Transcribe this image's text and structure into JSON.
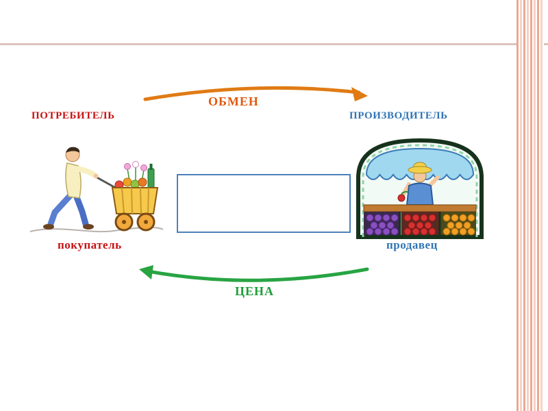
{
  "slide": {
    "background": "#ffffff",
    "decor": {
      "right_border_style": "vertical salmon stripes",
      "right_border_color": "#eda893",
      "top_rule_color": "#dcc2ba"
    }
  },
  "diagram": {
    "top_arrow": {
      "label": "ОБМЕН",
      "direction": "left-to-right",
      "color": "#e07b14"
    },
    "bottom_arrow": {
      "label": "ЦЕНА",
      "direction": "right-to-left",
      "color": "#28a443"
    },
    "nodes": {
      "consumer": {
        "title": "ПОТРЕБИТЕЛЬ",
        "subtitle": "покупатель",
        "color": "#c41212",
        "icon": "buyer-with-cart-illustration"
      },
      "producer": {
        "title": "ПРОИЗВОДИТЕЛЬ",
        "subtitle": "продавец",
        "color": "#2e74b5",
        "icon": "market-stall-illustration"
      }
    },
    "center_box": {
      "text": "",
      "border_color": "#4d7fba"
    }
  }
}
